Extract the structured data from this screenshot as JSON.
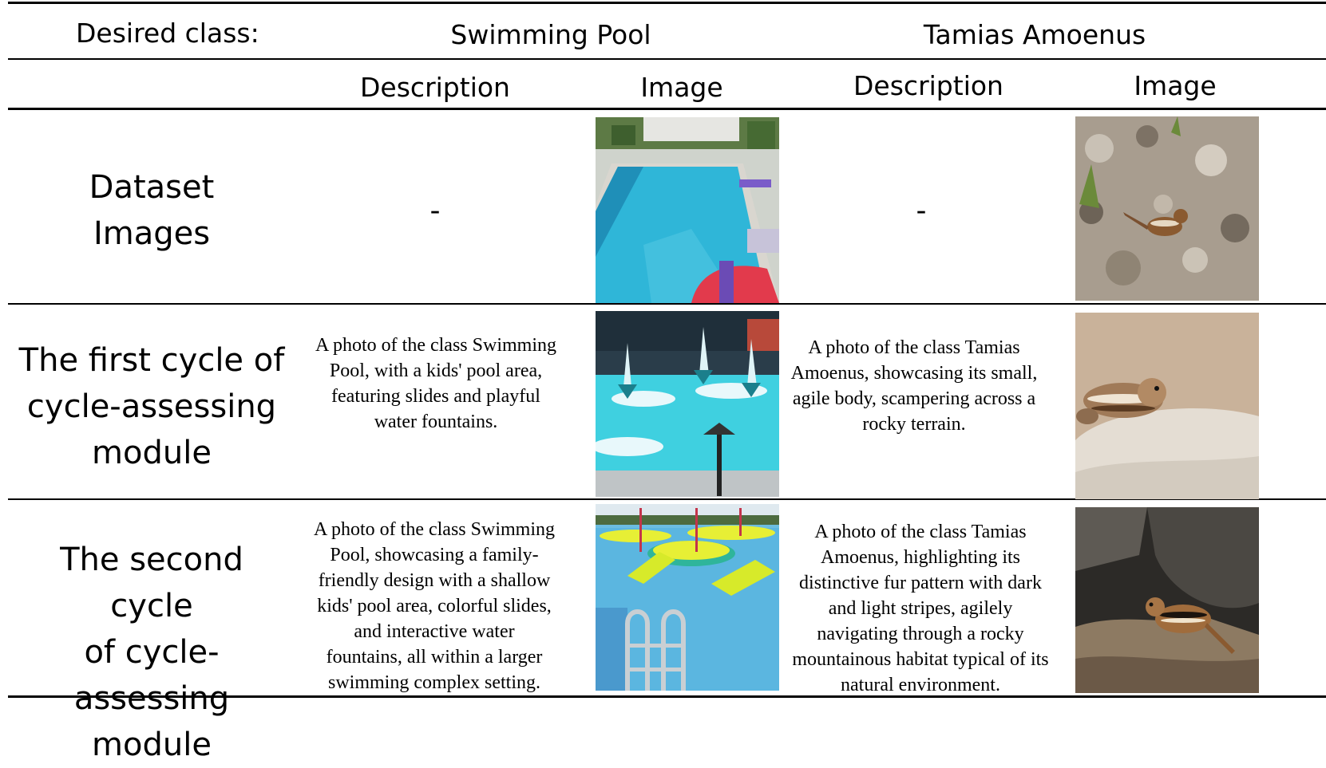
{
  "header": {
    "desired_class_label": "Desired class:",
    "class_1": "Swimming Pool",
    "class_2": "Tamias Amoenus",
    "col_description": "Description",
    "col_image": "Image"
  },
  "rows": [
    {
      "label_lines": [
        "Dataset",
        "Images"
      ],
      "pool_description": "-",
      "chipmunk_description": "-"
    },
    {
      "label_lines": [
        "The first cycle of",
        "cycle-assessing",
        "module"
      ],
      "pool_description": "A photo of the class Swimming Pool, with a kids' pool area, featuring slides and playful water fountains.",
      "chipmunk_description": "A photo of the class Tamias Amoenus, showcasing its small, agile body, scampering across a rocky terrain."
    },
    {
      "label_lines": [
        "The second cycle",
        "of cycle-assessing",
        "module"
      ],
      "pool_description": "A photo of the class Swimming Pool, showcasing a family-friendly design with a shallow kids' pool area, colorful slides, and interactive water fountains, all within a larger swimming complex setting.",
      "chipmunk_description": "A photo of the class Tamias Amoenus, highlighting its distinctive fur pattern with dark and light stripes, agilely navigating through a rocky mountainous habitat typical of its natural environment."
    }
  ],
  "colors": {
    "pool_water": "#2fb6d8",
    "rock": "#a89d8f",
    "chipmunk": "#8a5a30"
  }
}
